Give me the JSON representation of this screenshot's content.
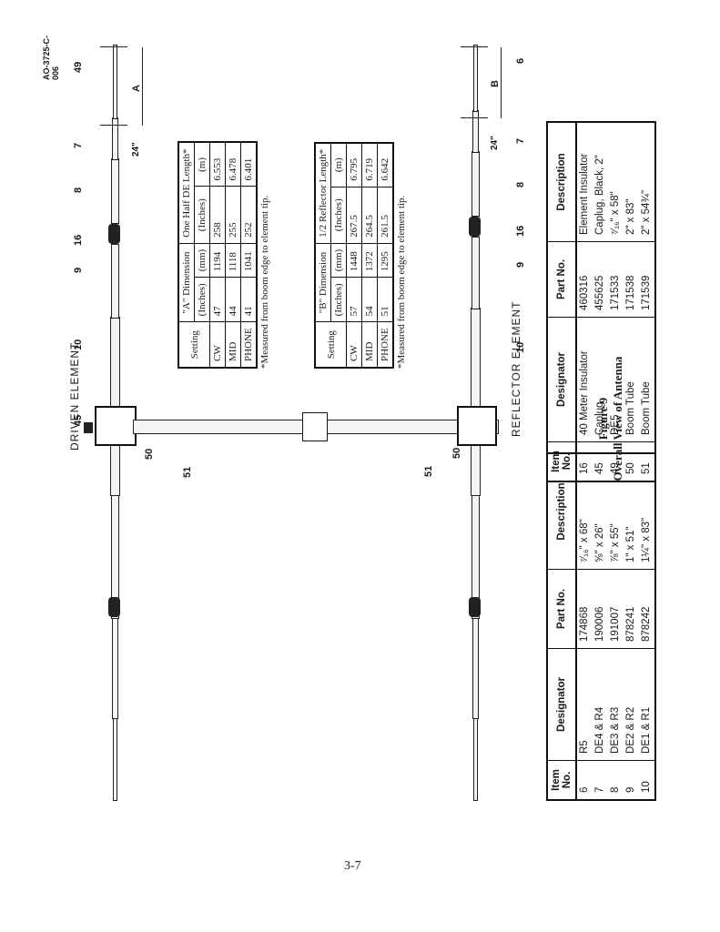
{
  "page": {
    "drawing_code": "AO-3725-C-006",
    "page_number": "3-7"
  },
  "figure": {
    "number": "Figure 9",
    "title": "Overall View of Antenna"
  },
  "driven": {
    "heading": "DRIVEN ELEMENT",
    "dim_label": "A",
    "span_label": "24\"",
    "callouts": {
      "c49": "49",
      "c7": "7",
      "c8": "8",
      "c16": "16",
      "c9": "9",
      "c10": "10",
      "c45": "45",
      "c50": "50",
      "c51": "51"
    }
  },
  "reflector": {
    "heading": "REFLECTOR  ELEMENT",
    "dim_label": "B",
    "span_label": "24\"",
    "callouts": {
      "c6": "6",
      "c7": "7",
      "c8": "8",
      "c16": "16",
      "c9": "9",
      "c10": "10",
      "c51": "51",
      "c50": "50"
    }
  },
  "table_a": {
    "setting_header": "Setting",
    "dim_header": "\"A\" Dimension",
    "half_header": "One Half DE Length*",
    "sub": [
      "(Inches)",
      "(mm)",
      "(Inches)",
      "(m)"
    ],
    "rows": [
      [
        "CW",
        "47",
        "1194",
        "258",
        "6.553"
      ],
      [
        "MID",
        "44",
        "1118",
        "255",
        "6.478"
      ],
      [
        "PHONE",
        "41",
        "1041",
        "252",
        "6.401"
      ]
    ],
    "note": "*Measured from boom edge to element tip."
  },
  "table_b": {
    "setting_header": "Setting",
    "dim_header": "\"B\" Dimension",
    "half_header": "1/2 Reflector Length*",
    "sub": [
      "(Inches)",
      "(mm)",
      "(Inches)",
      "(m)"
    ],
    "rows": [
      [
        "CW",
        "57",
        "1448",
        "267.5",
        "6.795"
      ],
      [
        "MID",
        "54",
        "1372",
        "264.5",
        "6.719"
      ],
      [
        "PHONE",
        "51",
        "1295",
        "261.5",
        "6.642"
      ]
    ],
    "note": "*Measured from boom edge to element tip."
  },
  "parts_left": {
    "headers": [
      "Item No.",
      "Designator",
      "Part No.",
      "Description"
    ],
    "rows": [
      [
        "6",
        "R5",
        "174868",
        "⁷⁄₁₆\" x 68\""
      ],
      [
        "7",
        "DE4 & R4",
        "190006",
        "⅝\" x 26\""
      ],
      [
        "8",
        "DE3 & R3",
        "191007",
        "⅞\" x 55\""
      ],
      [
        "9",
        "DE2 & R2",
        "878241",
        "1\" x 51\""
      ],
      [
        "10",
        "DE1 & R1",
        "878242",
        "1¼\" x 83\""
      ]
    ]
  },
  "parts_right": {
    "headers": [
      "Item No.",
      "Designator",
      "Part No.",
      "Description"
    ],
    "rows": [
      [
        "16",
        "40 Meter Insulator",
        "460316",
        "Element Insulator"
      ],
      [
        "45",
        "Caplug",
        "455625",
        "Caplug, Black, 2\""
      ],
      [
        "49",
        "DE5",
        "171533",
        "⁷⁄₁₆\" x 58\""
      ],
      [
        "50",
        "Boom Tube",
        "171538",
        "2\" x 83\""
      ],
      [
        "51",
        "Boom Tube",
        "171539",
        "2\" x 54¾\""
      ]
    ]
  }
}
